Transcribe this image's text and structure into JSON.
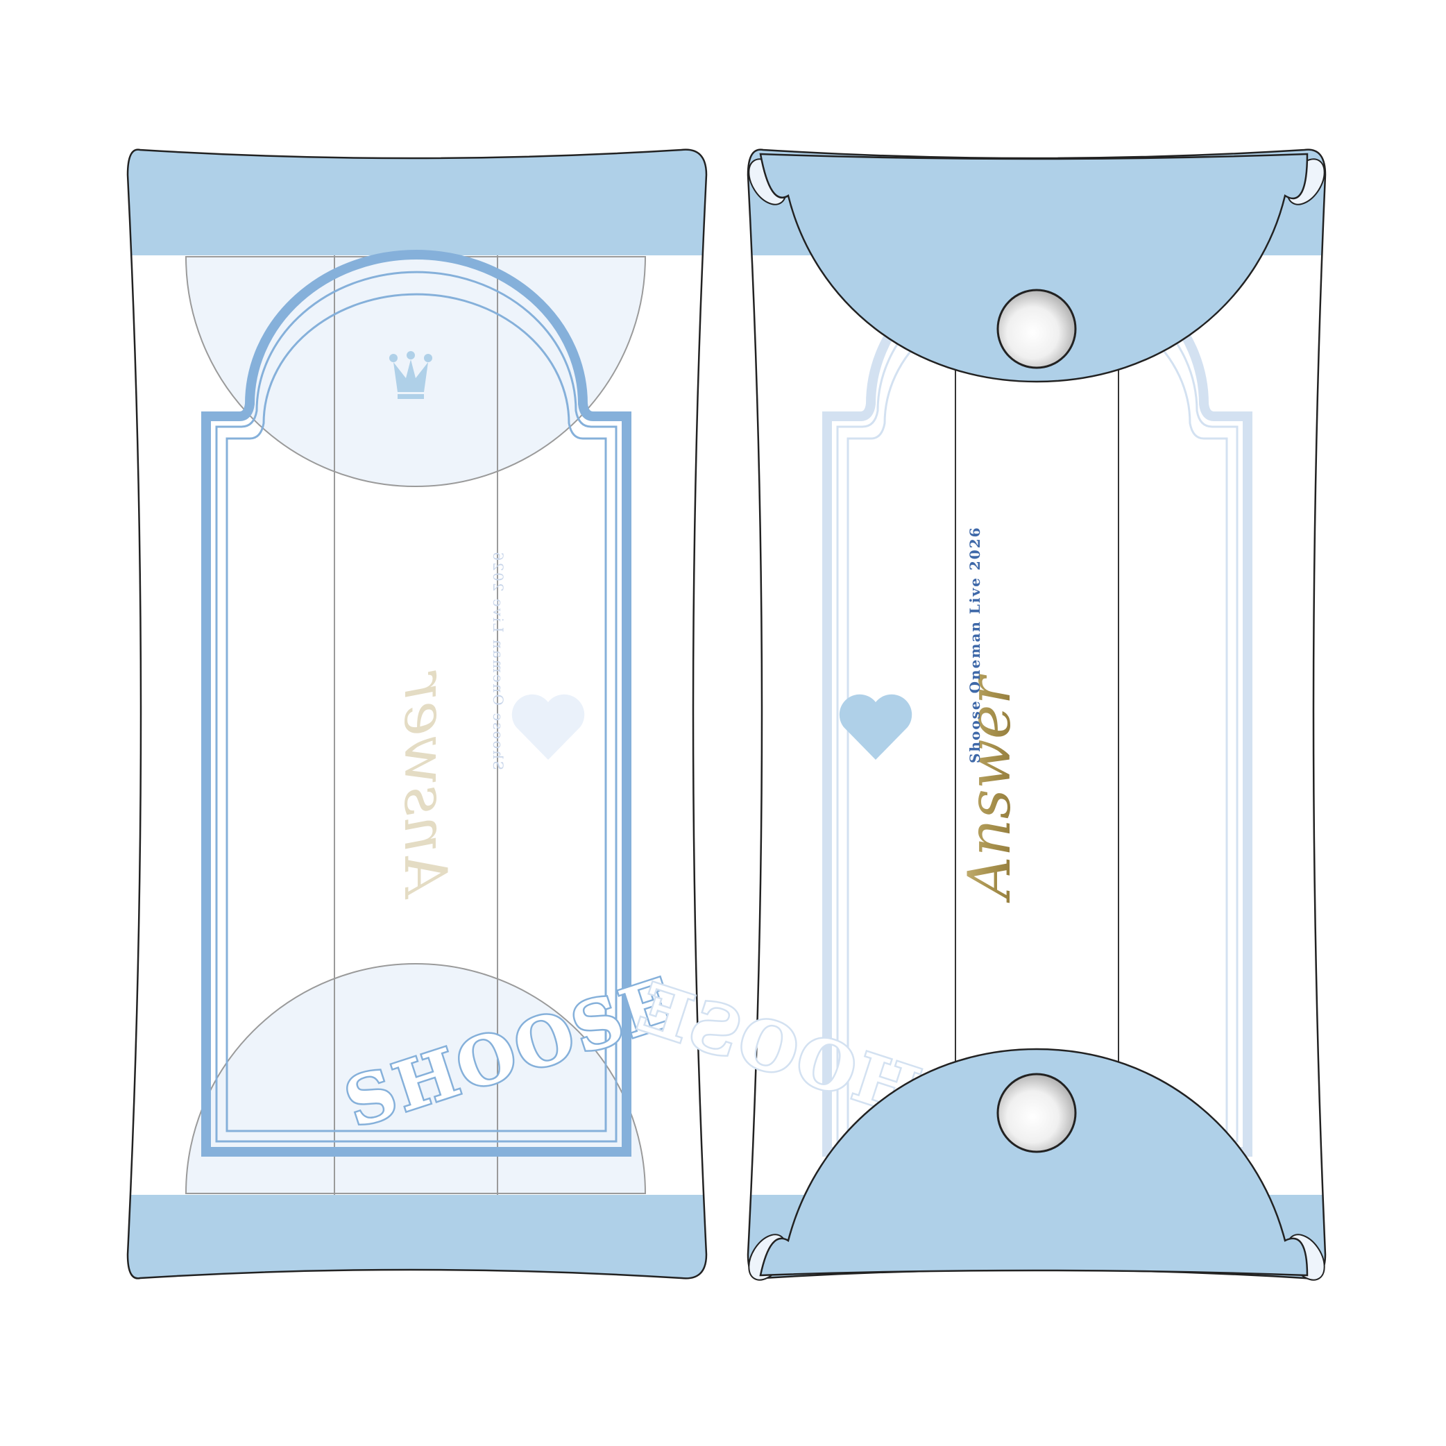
{
  "colors": {
    "band": "#afd0e8",
    "band_light": "#eef4fb",
    "frame": "#85b0da",
    "frame_faded": "#d3e1f1",
    "heart": "#afd0e8",
    "heart_faded": "#eaf1fa",
    "gold": "#a8924e",
    "gold_faded": "#e4dcc4",
    "subtitle_blue": "#3e68a8",
    "subtitle_faded": "#c9d6ea",
    "outline": "#222222",
    "seam": "#9a9a9a"
  },
  "front": {
    "logo_text": "SHOOSE",
    "script_text": "Answer",
    "subtitle": "Shoose Oneman Live 2026",
    "crown_icon": "crown-icon",
    "heart_icon": "heart-icon"
  },
  "back": {
    "logo_text": "SHOOSE",
    "script_text": "Answer",
    "subtitle": "Shoose Oneman Live 2026",
    "heart_icon": "heart-icon",
    "snap_icon": "snap-button-icon"
  }
}
